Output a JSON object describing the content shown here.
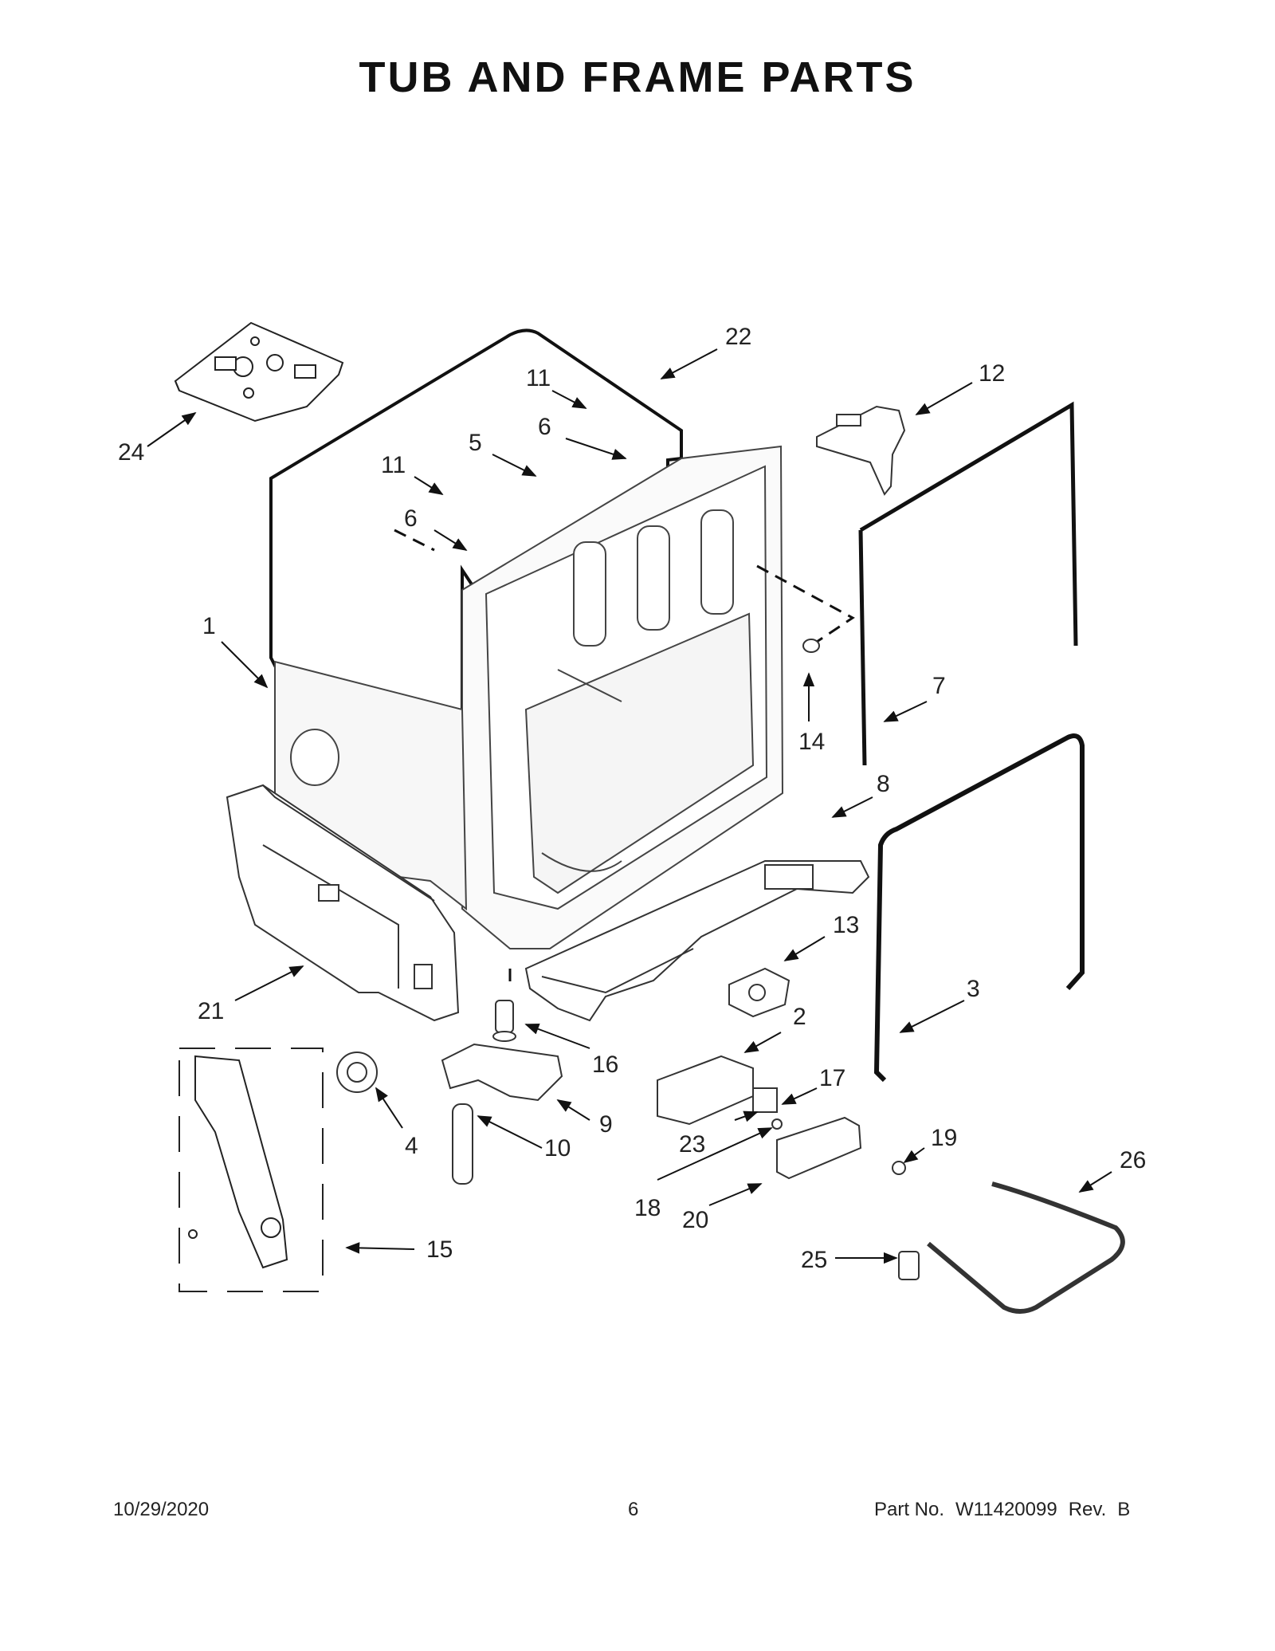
{
  "title": "TUB AND FRAME PARTS",
  "callouts": [
    "1",
    "2",
    "3",
    "4",
    "5",
    "6",
    "6",
    "7",
    "8",
    "9",
    "10",
    "11",
    "11",
    "12",
    "13",
    "14",
    "15",
    "16",
    "17",
    "18",
    "19",
    "20",
    "21",
    "22",
    "23",
    "24",
    "25",
    "26"
  ],
  "footer": {
    "date": "10/29/2020",
    "page": "6",
    "part_label": "Part No.",
    "part_number": "W11420099",
    "rev_label": "Rev.",
    "rev": "B"
  }
}
